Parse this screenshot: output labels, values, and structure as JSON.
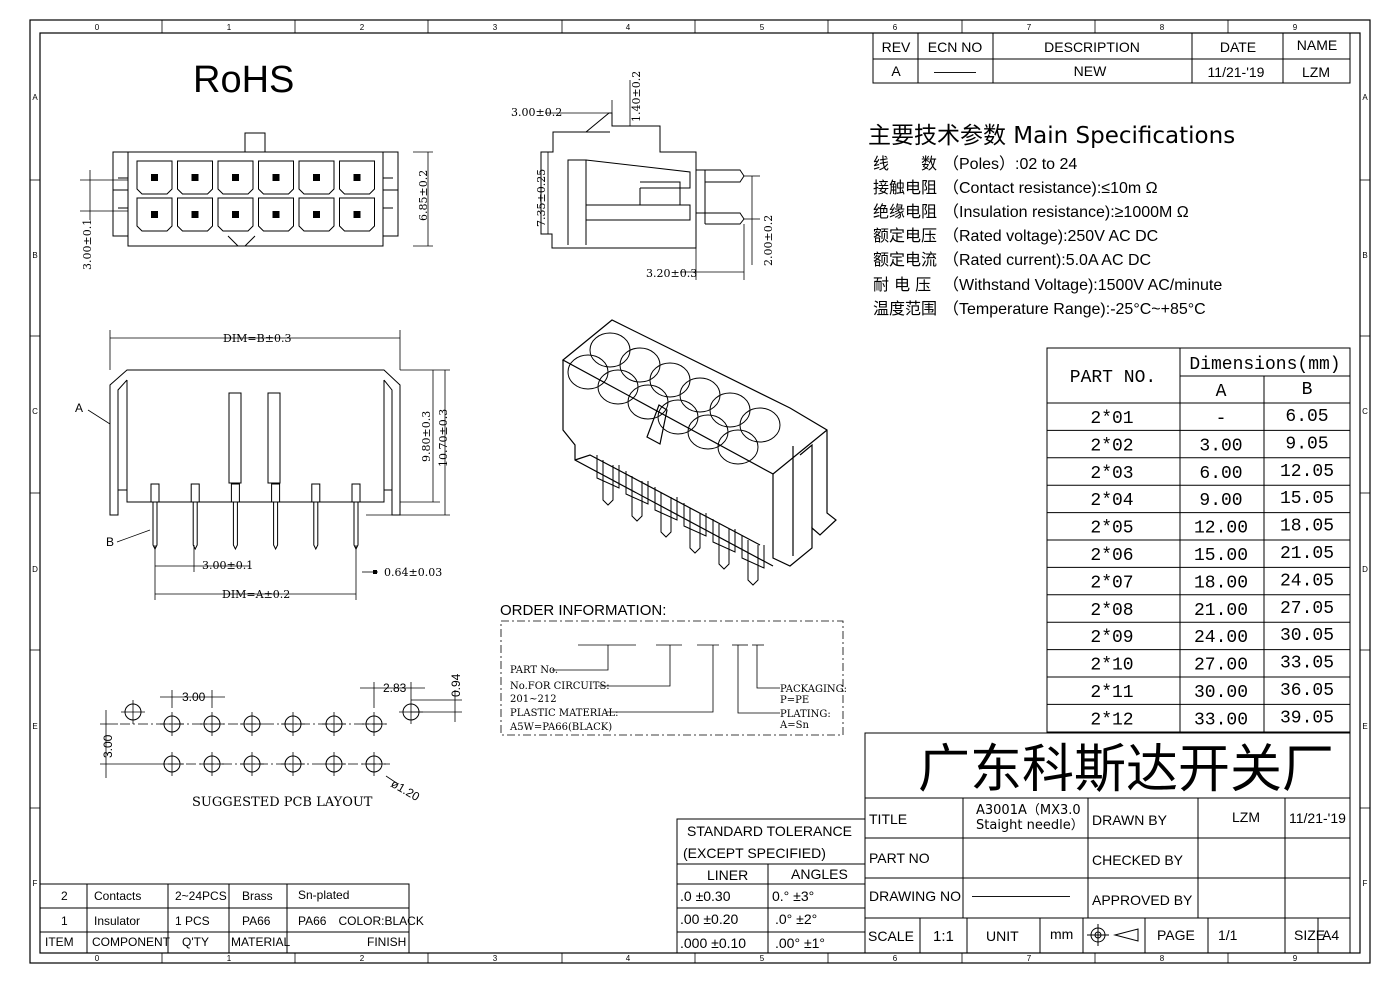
{
  "zones": {
    "columns": [
      "0",
      "1",
      "2",
      "3",
      "4",
      "5",
      "6",
      "7",
      "8",
      "9"
    ],
    "rows": [
      "A",
      "B",
      "C",
      "D",
      "E",
      "F"
    ]
  },
  "rohs": "RoHS",
  "revision_table": {
    "headers": [
      "REV",
      "ECN NO",
      "DESCRIPTION",
      "DATE",
      "NAME"
    ],
    "row": [
      "A",
      "———",
      "NEW",
      "11/21-'19",
      "LZM"
    ]
  },
  "specs": {
    "heading": "主要技术参数 Main Specifications",
    "items": [
      {
        "cn": "线　　数",
        "en": "（Poles）:02 to 24"
      },
      {
        "cn": "接触电阻",
        "en": "（Contact resistance):≤10m Ω"
      },
      {
        "cn": "绝缘电阻",
        "en": "（Insulation resistance):≥1000M Ω"
      },
      {
        "cn": "额定电压",
        "en": "（Rated voltage):250V AC DC"
      },
      {
        "cn": "额定电流",
        "en": "（Rated current):5.0A AC DC"
      },
      {
        "cn": "耐 电 压",
        "en": "（Withstand Voltage):1500V AC/minute"
      },
      {
        "cn": "温度范围",
        "en": "（Temperature Range):-25°C~+85°C"
      }
    ]
  },
  "dim_table": {
    "part_no": "PART NO.",
    "dimensions": "Dimensions(mm)",
    "col_a": "A",
    "col_b": "B",
    "rows": [
      [
        "2*01",
        "-",
        "6.05"
      ],
      [
        "2*02",
        "3.00",
        "9.05"
      ],
      [
        "2*03",
        "6.00",
        "12.05"
      ],
      [
        "2*04",
        "9.00",
        "15.05"
      ],
      [
        "2*05",
        "12.00",
        "18.05"
      ],
      [
        "2*06",
        "15.00",
        "21.05"
      ],
      [
        "2*07",
        "18.00",
        "24.05"
      ],
      [
        "2*08",
        "21.00",
        "27.05"
      ],
      [
        "2*09",
        "24.00",
        "30.05"
      ],
      [
        "2*10",
        "27.00",
        "33.05"
      ],
      [
        "2*11",
        "30.00",
        "36.05"
      ],
      [
        "2*12",
        "33.00",
        "39.05"
      ]
    ]
  },
  "dims": {
    "top_side_3": "3.00±0.1",
    "top_side_685": "6.85±0.2",
    "side_300": "3.00±0.2",
    "side_140": "1.40±0.2",
    "side_735": "7.35±0.25",
    "side_200": "2.00±0.2",
    "side_320": "3.20±0.3",
    "dim_b": "DIM=B±0.3",
    "dim_a": "DIM=A±0.2",
    "pitch": "3.00±0.1",
    "pin": "0.64±0.03",
    "h980": "9.80±0.3",
    "h1070": "10.70±0.3",
    "label_a": "A",
    "label_b": "B"
  },
  "pcb": {
    "pitch": "3.00",
    "offset": "2.83",
    "row": "3.00",
    "hole": "0.94",
    "dia": "ø1.20",
    "caption": "SUGGESTED PCB LAYOUT"
  },
  "order": {
    "title": "ORDER INFORMATION:",
    "part_no": "PART No.",
    "circuits": "No.FOR CIRCUITS:",
    "circuits_val": "201~212",
    "material": "PLASTIC MATERIAL:",
    "material_val": "A5W=PA66(BLACK)",
    "packaging": "PACKAGING:",
    "packaging_val": "P=PE",
    "plating": "PLATING:",
    "plating_val": "A=Sn"
  },
  "bom": {
    "rows": [
      [
        "2",
        "Contacts",
        "2~24PCS",
        "Brass",
        "Sn-plated"
      ],
      [
        "1",
        "Insulator",
        "1 PCS",
        "PA66",
        "PA66　COLOR:BLACK"
      ]
    ],
    "headers": [
      "ITEM",
      "COMPONENT",
      "Q'TY",
      "MATERIAL",
      "FINISH"
    ]
  },
  "tolerance": {
    "title1": "STANDARD TOLERANCE",
    "title2": "(EXCEPT  SPECIFIED)",
    "liner": "LINER",
    "angles": "ANGLES",
    "rows": [
      [
        ".0  ±0.30",
        "0.°  ±3°"
      ],
      [
        ".00  ±0.20",
        ".0°  ±2°"
      ],
      [
        ".000 ±0.10",
        ".00° ±1°"
      ]
    ]
  },
  "title_block": {
    "company": "广东科斯达开关厂",
    "title_label": "TITLE",
    "title_value1": "A3001A（MX3.0",
    "title_value2": "Staight needle）",
    "drawn_by": "DRAWN BY",
    "drawn_name": "LZM",
    "drawn_date": "11/21-'19",
    "part_no": "PART NO",
    "checked_by": "CHECKED BY",
    "drawing_no": "DRAWING NO",
    "drawing_no_val": "———————",
    "approved_by": "APPROVED BY",
    "scale": "SCALE",
    "scale_val": "1:1",
    "unit": "UNIT",
    "unit_val": "mm",
    "page": "PAGE",
    "page_val": "1/1",
    "size": "SIZE",
    "size_val": "A4"
  }
}
